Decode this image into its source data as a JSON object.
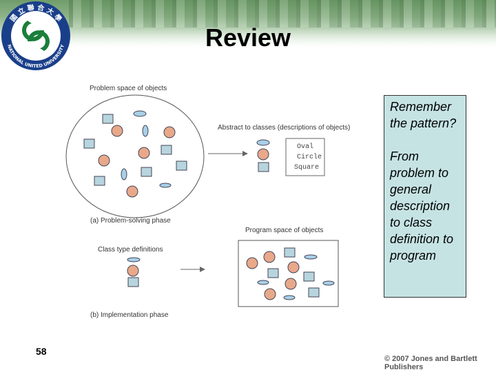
{
  "slide": {
    "title": "Review",
    "page_number": "58",
    "copyright": "© 2007 Jones and Bartlett Publishers"
  },
  "logo": {
    "text_top": "國 立 聯 合 大 學",
    "text_bottom": "NATIONAL UNITED UNIVERSITY",
    "colors": {
      "ring": "#1a3f8a",
      "mark": "#1a7f3a",
      "text": "#ffffff"
    }
  },
  "notes": {
    "line1": "Remember the pattern?",
    "line2": "From problem to general description to class definition to program"
  },
  "diagram": {
    "problem_space_label": "Problem space of objects",
    "abstract_label": "Abstract to classes (descriptions of objects)",
    "class_names": [
      "Oval",
      "Circle",
      "Square"
    ],
    "phase_a_label": "(a) Problem-solving phase",
    "program_space_label": "Program space of objects",
    "class_type_label": "Class type definitions",
    "phase_b_label": "(b) Implementation phase",
    "colors": {
      "square": "#b7d5de",
      "circle": "#e8a88a",
      "oval": "#a9cfe8",
      "stroke": "#445"
    }
  }
}
